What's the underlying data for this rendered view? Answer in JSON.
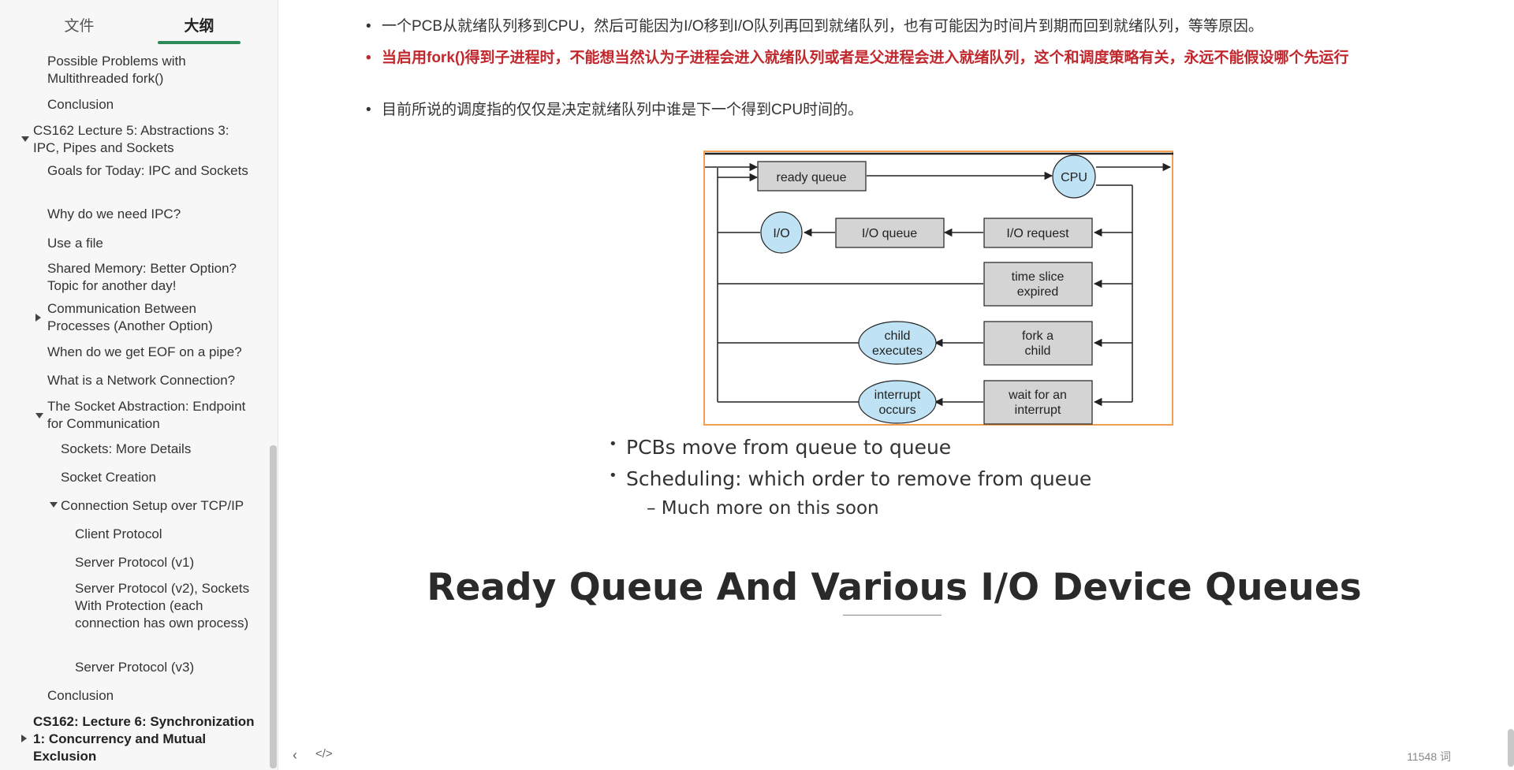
{
  "sidebar": {
    "tabs": {
      "files": "文件",
      "outline": "大纲"
    },
    "items": [
      {
        "label": "Possible Problems with Multithreaded fork()"
      },
      {
        "label": "Conclusion"
      },
      {
        "label": "CS162 Lecture 5: Abstractions 3: IPC, Pipes and Sockets"
      },
      {
        "label": "Goals for Today: IPC and Sockets"
      },
      {
        "label": "Why do we need IPC?"
      },
      {
        "label": "Use a file"
      },
      {
        "label": "Shared Memory: Better Option? Topic for another day!"
      },
      {
        "label": "Communication Between Processes (Another Option)"
      },
      {
        "label": "When do we get EOF on a pipe?"
      },
      {
        "label": "What is a Network Connection?"
      },
      {
        "label": "The Socket Abstraction: Endpoint for Communication"
      },
      {
        "label": "Sockets: More Details"
      },
      {
        "label": "Socket Creation"
      },
      {
        "label": "Connection Setup over TCP/IP"
      },
      {
        "label": "Client Protocol"
      },
      {
        "label": "Server Protocol (v1)"
      },
      {
        "label": "Server Protocol (v2), Sockets With Protection (each connection has own process)"
      },
      {
        "label": "Server Protocol (v3)"
      },
      {
        "label": "Conclusion"
      },
      {
        "label": "CS162: Lecture 6: Synchronization 1: Concurrency and Mutual Exclusion"
      }
    ]
  },
  "content": {
    "bullets": [
      "一个PCB从就绪队列移到CPU，然后可能因为I/O移到I/O队列再回到就绪队列，也有可能因为时间片到期而回到就绪队列，等等原因。",
      "当启用fork()得到子进程时，不能想当然认为子进程会进入就绪队列或者是父进程会进入就绪队列，这个和调度策略有关，永远不能假设哪个先运行",
      "目前所说的调度指的仅仅是决定就绪队列中谁是下一个得到CPU时间的。"
    ],
    "diagram": {
      "ready_queue": "ready queue",
      "cpu": "CPU",
      "io": "I/O",
      "io_queue": "I/O queue",
      "io_request": "I/O request",
      "time_slice_1": "time slice",
      "time_slice_2": "expired",
      "fork_1": "fork a",
      "fork_2": "child",
      "child_exec_1": "child",
      "child_exec_2": "executes",
      "wait_1": "wait for an",
      "wait_2": "interrupt",
      "interrupt_1": "interrupt",
      "interrupt_2": "occurs"
    },
    "slide_bullets": {
      "b1": "PCBs move from queue to queue",
      "b2_strong": "Scheduling:",
      "b2_rest": " which order to remove from queue",
      "b3": "– Much more on this soon"
    },
    "heading": "Ready Queue And Various I/O Device Queues"
  },
  "footer": {
    "back": "‹",
    "code": "</>",
    "word_count": "11548 词"
  }
}
